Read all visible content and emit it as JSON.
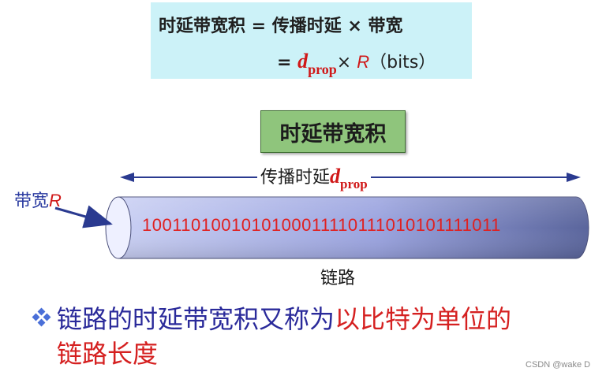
{
  "formula": {
    "line1": "时延带宽积 = 传播时延 × 带宽",
    "line2_eq": "= ",
    "line2_d": "d",
    "line2_sub": "prop",
    "line2_times": "× ",
    "line2_R": "R",
    "line2_unit": "（bits）"
  },
  "title_box": "时延带宽积",
  "delay_arrow": {
    "text": "传播时延",
    "d": "d",
    "sub": "prop"
  },
  "bandwidth_label": {
    "text": "带宽",
    "R": "R"
  },
  "bit_stream": "1001101001010100011110111010101111011",
  "link_label": "链路",
  "bullet": {
    "part1": "链路的时延带宽积又称为",
    "part2": "以比特为单位的",
    "line2": "链路长度"
  },
  "watermark": "CSDN @wake D",
  "colors": {
    "formula_bg": "#ccf2f8",
    "title_bg": "#8fc57c",
    "accent_red": "#d01818",
    "text_blue": "#2a3aa0"
  }
}
